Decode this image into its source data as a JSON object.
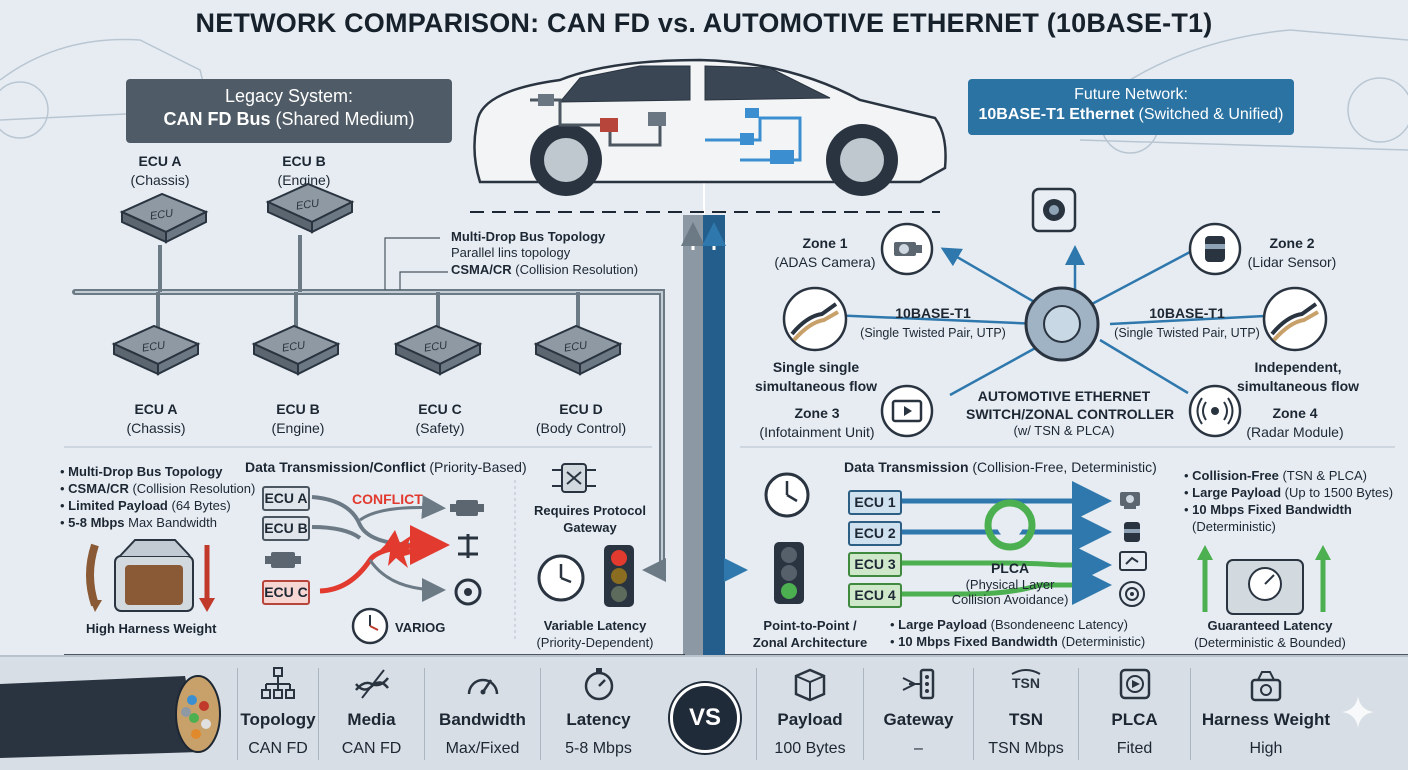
{
  "title": "NETWORK COMPARISON: CAN FD vs. AUTOMOTIVE ETHERNET (10BASE-T1)",
  "left_panel": {
    "line1": "Legacy System:",
    "line2_bold": "CAN FD Bus",
    "line2_rest": " (Shared Medium)"
  },
  "right_panel": {
    "line1": "Future Network:",
    "line2_bold": "10BASE-T1 Ethernet",
    "line2_rest": " (Switched & Unified)"
  },
  "left_top_ecus": [
    {
      "name": "ECU A",
      "sub": "(Chassis)"
    },
    {
      "name": "ECU B",
      "sub": "(Engine)"
    }
  ],
  "left_bottom_ecus": [
    {
      "name": "ECU A",
      "sub": "(Chassis)"
    },
    {
      "name": "ECU B",
      "sub": "(Engine)"
    },
    {
      "name": "ECU C",
      "sub": "(Safety)"
    },
    {
      "name": "ECU D",
      "sub": "(Body Control)"
    }
  ],
  "chip_label": "ECU",
  "bus_notes": {
    "line1": "Multi-Drop Bus Topology",
    "line2": "Parallel lins topology",
    "line3_bold": "CSMA/CR",
    "line3_rest": " (Collision Resolution)"
  },
  "left_bullets": [
    {
      "bold": "Multi-Drop Bus Topology",
      "rest": ""
    },
    {
      "bold": "CSMA/CR",
      "rest": " (Collision Resolution)"
    },
    {
      "bold": "Limited Payload",
      "rest": " (64 Bytes)"
    },
    {
      "bold": "5-8 Mbps",
      "rest": " Max Bandwidth"
    }
  ],
  "harness_left": "High Harness Weight",
  "left_tx": {
    "title_bold": "Data Transmission/Conflict",
    "title_rest": " (Priority-Based)",
    "ecus": [
      "ECU A",
      "ECU B",
      "ECU C"
    ],
    "conflict": "CONFLICT",
    "variog": "VARIOG"
  },
  "gateway": {
    "line1": "Requires Protocol",
    "line2": "Gateway"
  },
  "var_latency": {
    "line1": "Variable Latency",
    "line2": "(Priority-Dependent)"
  },
  "zones": [
    {
      "name": "Zone 1",
      "sub": "(ADAS Camera)"
    },
    {
      "name": "Zone 2",
      "sub": "(Lidar Sensor)"
    },
    {
      "name": "Zone 3",
      "sub": "(Infotainment Unit)"
    },
    {
      "name": "Zone 4",
      "sub": "(Radar Module)"
    }
  ],
  "link_left": {
    "name": "10BASE-T1",
    "sub": "(Single Twisted Pair, UTP)"
  },
  "link_right": {
    "name": "10BASE-T1",
    "sub": "(Single Twisted Pair, UTP)"
  },
  "flow_left": {
    "line1": "Single single",
    "line2": "simultaneous flow"
  },
  "flow_right": {
    "line1": "Independent,",
    "line2": "simultaneous flow"
  },
  "switch": {
    "line1": "AUTOMOTIVE ETHERNET",
    "line2": "SWITCH/ZONAL CONTROLLER",
    "line3": "(w/ TSN & PLCA)"
  },
  "right_tx": {
    "title_bold": "Data Transmission",
    "title_rest": " (Collision-Free, Deterministic)",
    "ecus": [
      "ECU 1",
      "ECU 2",
      "ECU 3",
      "ECU 4"
    ],
    "plca": "PLCA",
    "plca_sub1": "(Physical Layer",
    "plca_sub2": "Collision Avoidance)"
  },
  "p2p": {
    "line1": "Point-to-Point /",
    "line2": "Zonal Architecture"
  },
  "right_mid_bullets": [
    {
      "bold": "Large Payload",
      "rest": " (Bsondeneenc Latency)"
    },
    {
      "bold": "10 Mbps Fixed Bandwidth",
      "rest": " (Deterministic)"
    }
  ],
  "right_bullets": [
    {
      "bold": "Collision-Free",
      "rest": " (TSN & PLCA)"
    },
    {
      "bold": "Large Payload",
      "rest": " (Up to 1500 Bytes)"
    },
    {
      "bold": "10 Mbps Fixed Bandwidth",
      "rest": ""
    },
    {
      "bold": "",
      "rest": "(Deterministic)"
    }
  ],
  "guaranteed": {
    "line1": "Guaranteed Latency",
    "line2": "(Deterministic & Bounded)"
  },
  "vs": "VS",
  "bottom": [
    {
      "title": "Topology",
      "value": "CAN FD"
    },
    {
      "title": "Media",
      "value": "CAN FD"
    },
    {
      "title": "Bandwidth",
      "value": "Max/Fixed"
    },
    {
      "title": "Latency",
      "value": "5-8 Mbps"
    },
    {
      "title": "Payload",
      "value": "100 Bytes"
    },
    {
      "title": "Gateway",
      "value": "–"
    },
    {
      "title": "TSN",
      "value": "TSN Mbps"
    },
    {
      "title": "PLCA",
      "value": "Fited"
    },
    {
      "title": "Harness Weight",
      "value": "High"
    }
  ],
  "tsn_icon_text": "TSN",
  "colors": {
    "legacy_panel": "#4f5b66",
    "ethernet_panel": "#2b73a3",
    "conflict": "#e23a2e",
    "plca_green": "#4caf50",
    "eth_blue": "#2f78ad"
  }
}
